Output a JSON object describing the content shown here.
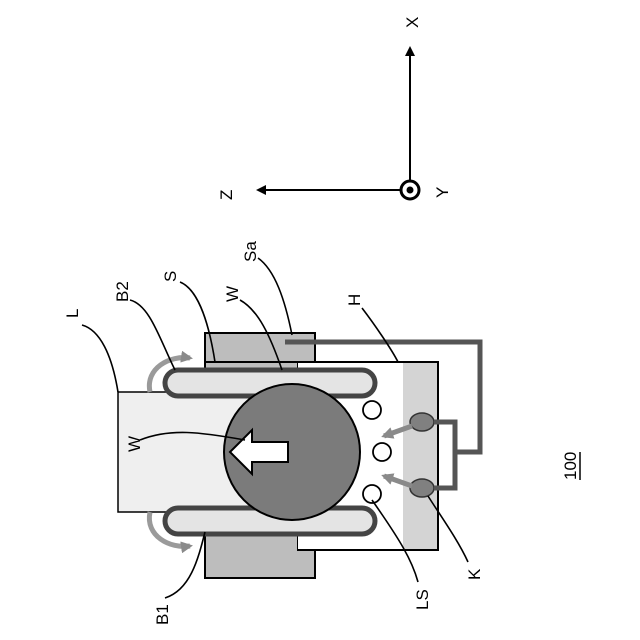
{
  "figure": {
    "ref_number": "100",
    "labels": {
      "L": "L",
      "B2": "B2",
      "S": "S",
      "Sa": "Sa",
      "W_top": "W",
      "W_center": "W",
      "H": "H",
      "B1": "B1",
      "LS": "LS",
      "K": "K"
    },
    "axes": {
      "x": "X",
      "y": "Y",
      "z": "Z"
    }
  },
  "colors": {
    "line": "#000000",
    "tube": "#444444",
    "tube_fill": "#e6e6e6",
    "lamp_box": "#eeeeee",
    "stage": "#bdbdbd",
    "wafer": "#7a7a7a",
    "sensor": "#808080",
    "flow_arrow": "#9a9a9a",
    "housing": "#d2d2d2"
  }
}
